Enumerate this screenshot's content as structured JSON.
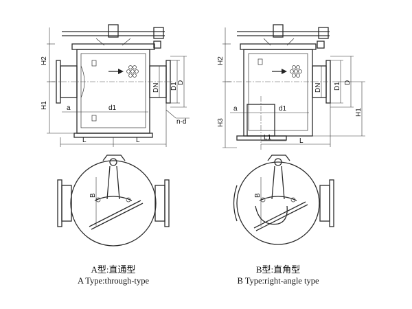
{
  "views": {
    "a": {
      "caption_cn": "A型:直通型",
      "caption_en": "A Type:through-type",
      "labels": {
        "h2": "H2",
        "h1": "H1",
        "a": "a",
        "d1": "d1",
        "dn": "DN",
        "d1v": "D1",
        "d": "D",
        "nd": "n-d",
        "l_left": "L",
        "l_right": "L",
        "b": "B"
      }
    },
    "b": {
      "caption_cn": "B型:直角型",
      "caption_en": "B Type:right-angle type",
      "labels": {
        "h2": "H2",
        "h3": "H3",
        "a": "a",
        "d1": "d1",
        "l1": "L1",
        "l": "L",
        "dn": "DN",
        "d1v": "D1",
        "d": "D",
        "h1": "H1",
        "b": "B"
      }
    }
  }
}
